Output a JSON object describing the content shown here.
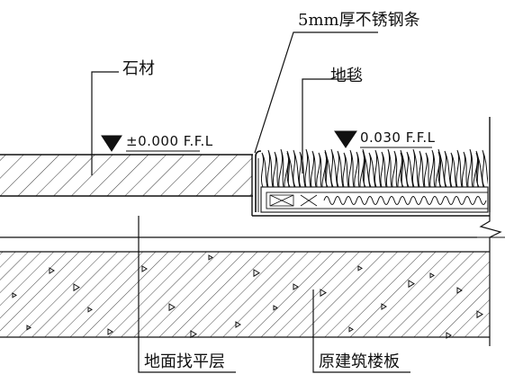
{
  "labels": {
    "steel_strip": "5mm厚不锈钢条",
    "stone": "石材",
    "carpet": "地毯",
    "stone_level": "±0.000 F.F.L",
    "carpet_level": "0.030 F.F.L",
    "screed": "地面找平层",
    "slab": "原建筑楼板"
  },
  "colors": {
    "line": "#111111",
    "background": "#ffffff"
  }
}
